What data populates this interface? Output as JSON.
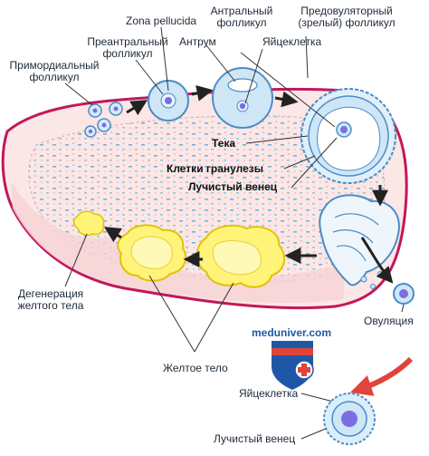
{
  "labels": {
    "primordial": [
      "Примордиальный",
      "фолликул"
    ],
    "preantral": [
      "Преантральный",
      "фолликул"
    ],
    "zona_pellucida": "Zona pellucida",
    "antral": [
      "Антральный",
      "фолликул"
    ],
    "antrum": "Антрум",
    "oocyte_top": "Яйцеклетка",
    "preovulatory": [
      "Предовуляторный",
      "(зрелый) фолликул"
    ],
    "theca": "Тека",
    "granulosa": "Клетки гранулезы",
    "corona": "Лучистый венец",
    "degeneration": [
      "Дегенерация",
      "желтого тела"
    ],
    "ovulation": "Овуляция",
    "corpus_luteum": "Желтое тело",
    "oocyte_bottom": "Яйцеклетка",
    "corona_bottom": "Лучистый венец"
  },
  "watermark": "meduniver.com",
  "colors": {
    "ovary_fill": "#fbe7e5",
    "ovary_outline": "#c2185b",
    "follicle_fill": "#cfe6f7",
    "follicle_outline": "#4a8cc7",
    "oocyte": "#7b6ee0",
    "corpus_luteum": "#fff37a",
    "arrow": "#222222",
    "big_arrow": "#e0443a"
  }
}
